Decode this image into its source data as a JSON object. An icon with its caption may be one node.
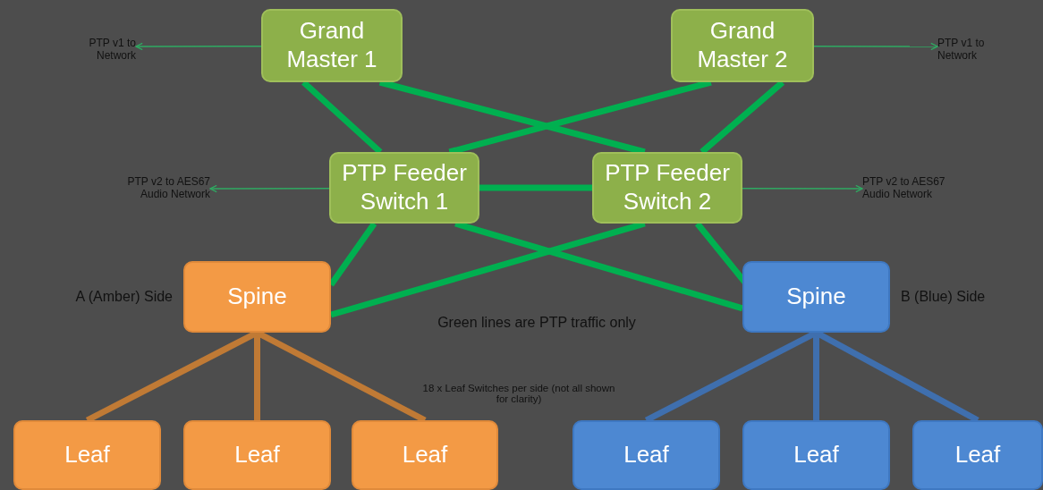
{
  "diagram": {
    "nodes": [
      {
        "text": [
          "Grand Master 1"
        ]
      },
      {
        "text": [
          "Grand Master 2"
        ]
      },
      {
        "text": [
          "PTP v1 to Network"
        ]
      },
      {
        "text": [
          "PTP v1 to Network"
        ]
      },
      {
        "text": [
          "PTP Feeder Switch 1"
        ]
      },
      {
        "text": [
          "PTP Feeder Switch 2"
        ]
      },
      {
        "text": [
          "PTP v2 to AES67 Audio Network"
        ]
      },
      {
        "text": [
          "PTP v2 to AES67 Audio Network"
        ]
      },
      {
        "text": [
          "Spine"
        ],
        "beside": [
          "A (Amber) Side"
        ]
      },
      {
        "text": [
          "Spine"
        ],
        "beside": [
          "B (Blue) Side"
        ]
      },
      {
        "text": [
          "Leaf"
        ]
      },
      {
        "text": [
          "Leaf"
        ]
      },
      {
        "text": [
          "Leaf"
        ]
      },
      {
        "text": [
          "Leaf"
        ]
      },
      {
        "text": [
          "Leaf"
        ]
      },
      {
        "text": [
          "Leaf"
        ]
      }
    ],
    "edges": [
      {
        "from": 0,
        "to": 2,
        "arrow": "to"
      },
      {
        "from": 1,
        "to": 3,
        "arrow": "to"
      },
      {
        "from": 4,
        "to": 6,
        "arrow": "to"
      },
      {
        "from": 5,
        "to": 7,
        "arrow": "to"
      },
      {
        "from": 0,
        "to": 4,
        "arrow": "none"
      },
      {
        "from": 0,
        "to": 5,
        "arrow": "none"
      },
      {
        "from": 1,
        "to": 4,
        "arrow": "none"
      },
      {
        "from": 1,
        "to": 5,
        "arrow": "none"
      },
      {
        "from": 4,
        "to": 5,
        "arrow": "none"
      },
      {
        "from": 4,
        "to": 8,
        "arrow": "none"
      },
      {
        "from": 4,
        "to": 9,
        "arrow": "none"
      },
      {
        "from": 5,
        "to": 8,
        "arrow": "none"
      },
      {
        "from": 5,
        "to": 9,
        "arrow": "none"
      },
      {
        "from": 8,
        "to": 10,
        "arrow": "none",
        "color": "#c07a35"
      },
      {
        "from": 8,
        "to": 11,
        "arrow": "none",
        "color": "#c07a35"
      },
      {
        "from": 8,
        "to": 12,
        "arrow": "none",
        "color": "#c07a35"
      },
      {
        "from": 9,
        "to": 13,
        "arrow": "none",
        "color": "#3f6fae"
      },
      {
        "from": 9,
        "to": 14,
        "arrow": "none",
        "color": "#3f6fae"
      },
      {
        "from": 9,
        "to": 15,
        "arrow": "none",
        "color": "#3f6fae"
      }
    ],
    "labels": [
      "Green lines are PTP traffic only",
      "18 x Leaf Switches per side (not all shown for clarity)"
    ]
  }
}
